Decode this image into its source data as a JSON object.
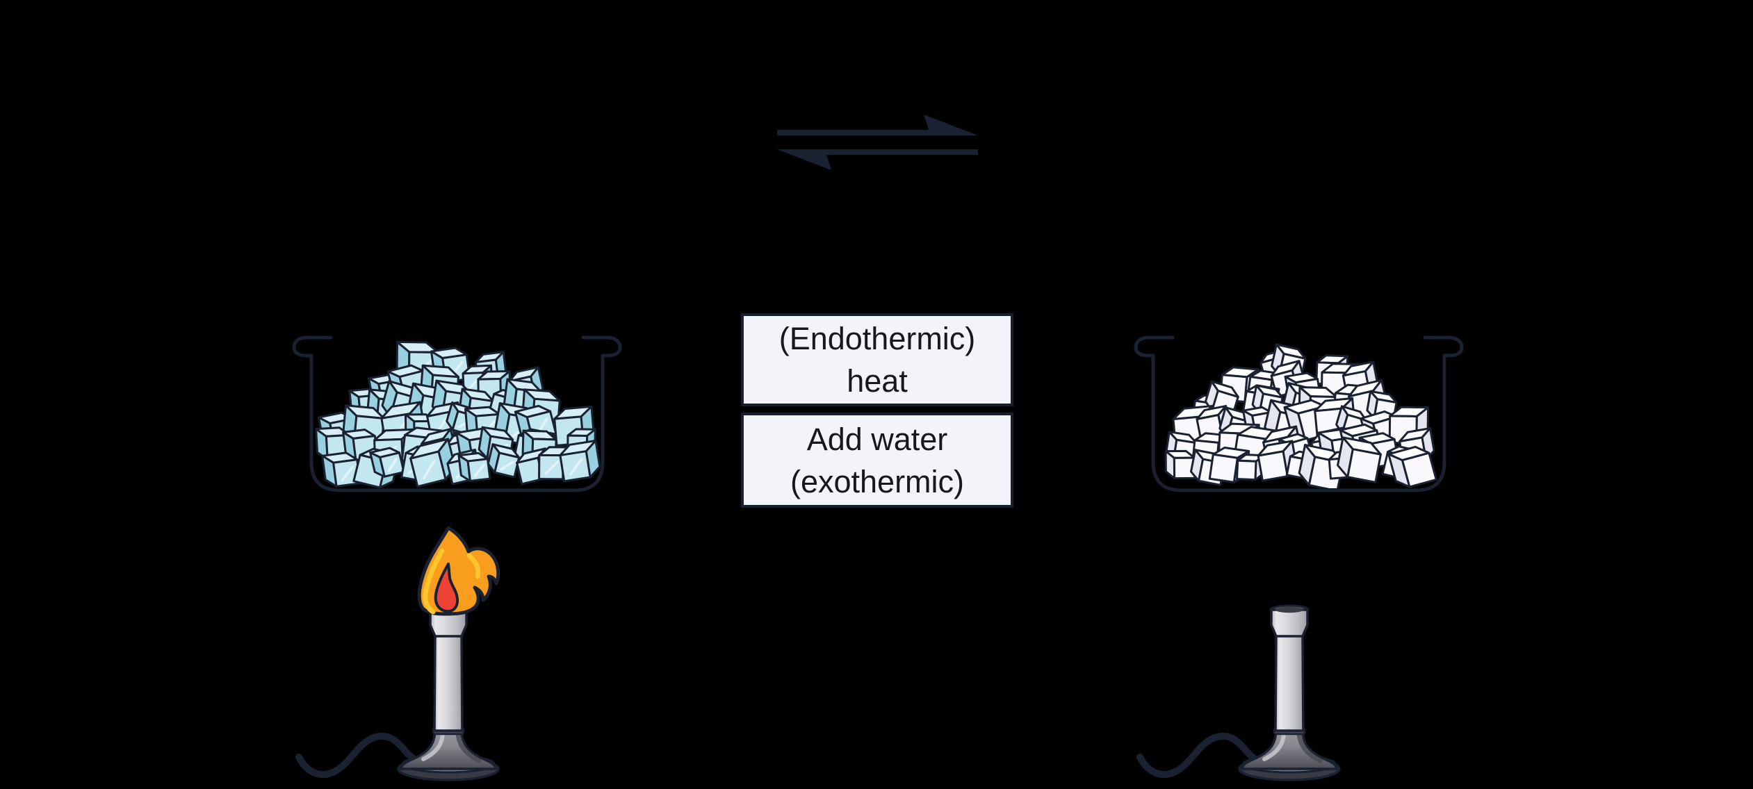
{
  "labels": {
    "forward_process": {
      "line1": "(Endothermic)",
      "line2": "heat"
    },
    "reverse_process": {
      "line1": "Add water",
      "line2": "(exothermic)"
    }
  },
  "icons": {
    "equilibrium_arrows": "⇌",
    "flame": "🔥"
  },
  "colors": {
    "bg": "#000000",
    "ink": "#1a2130",
    "box-bg": "#f3f3fa",
    "box-border": "#191e2c",
    "text": "#17171d",
    "crystal-blue-top": "#d6eff6",
    "crystal-blue-front": "#c2e7f0",
    "crystal-blue-side": "#99d0df",
    "crystal-white-top": "#ffffff",
    "crystal-white-front": "#f8f8fd",
    "crystal-white-side": "#e6e6f1",
    "flame-outer": "#f89d1d",
    "flame-mid": "#fdc52e",
    "flame-core": "#ee4237",
    "opening-dark": "#3a3d46"
  }
}
